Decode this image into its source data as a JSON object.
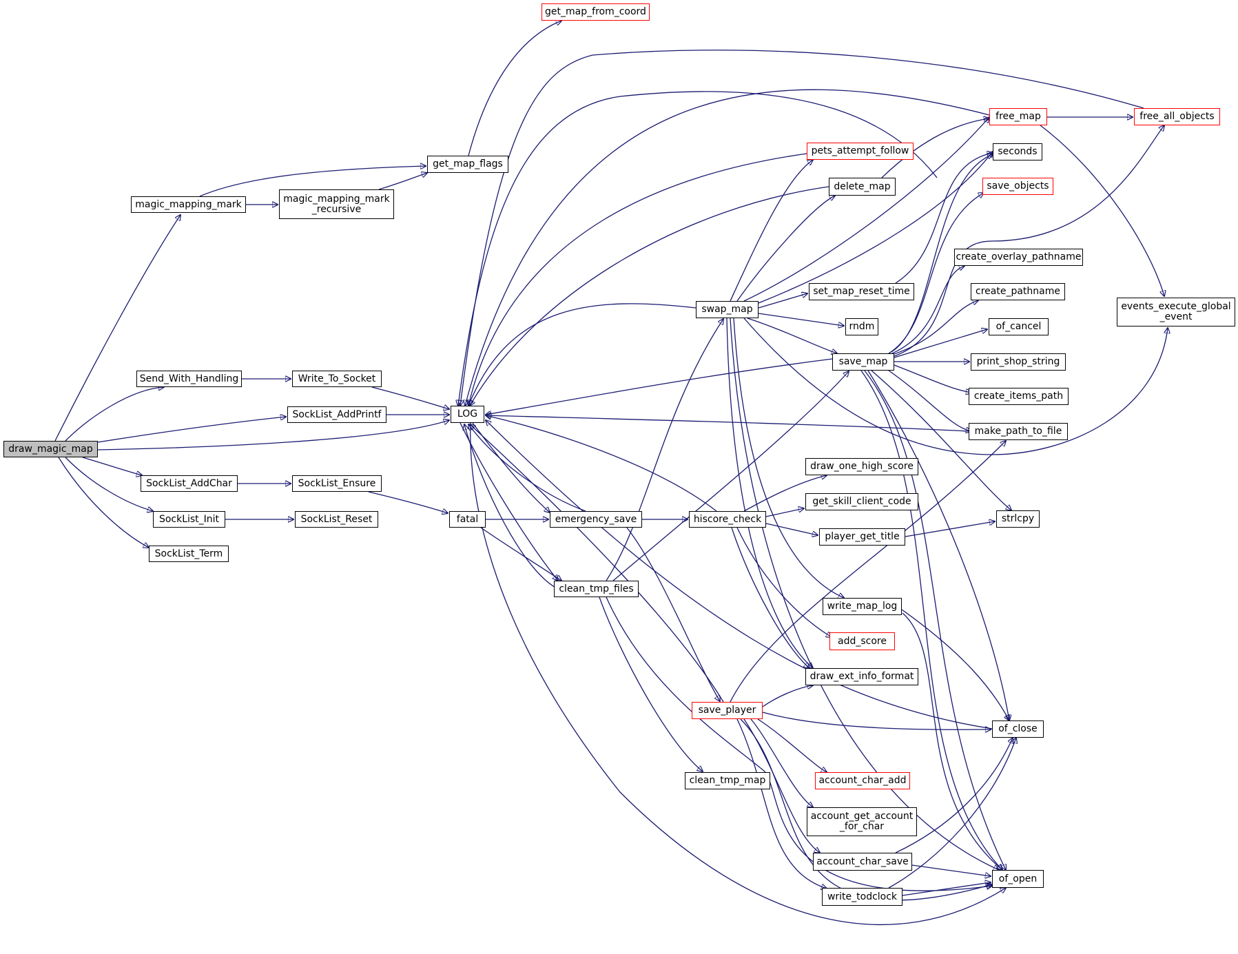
{
  "colors": {
    "edge": "#191970",
    "node_border": "#000000",
    "truncated_border": "#ff0000",
    "root_fill": "#bfbfbf"
  },
  "nodes": {
    "draw_magic_map": "draw_magic_map",
    "magic_mapping_mark": "magic_mapping_mark",
    "Send_With_Handling": "Send_With_Handling",
    "SockList_AddPrintf": "SockList_AddPrintf",
    "SockList_AddChar": "SockList_AddChar",
    "SockList_Init": "SockList_Init",
    "SockList_Term": "SockList_Term",
    "magic_mapping_mark_recursive": "magic_mapping_mark\n_recursive",
    "get_map_flags": "get_map_flags",
    "get_map_from_coord": "get_map_from_coord",
    "Write_To_Socket": "Write_To_Socket",
    "LOG": "LOG",
    "SockList_Ensure": "SockList_Ensure",
    "SockList_Reset": "SockList_Reset",
    "fatal": "fatal",
    "emergency_save": "emergency_save",
    "clean_tmp_files": "clean_tmp_files",
    "clean_tmp_map": "clean_tmp_map",
    "swap_map": "swap_map",
    "hiscore_check": "hiscore_check",
    "save_player": "save_player",
    "pets_attempt_follow": "pets_attempt_follow",
    "delete_map": "delete_map",
    "set_map_reset_time": "set_map_reset_time",
    "rndm": "rndm",
    "save_map": "save_map",
    "draw_one_high_score": "draw_one_high_score",
    "get_skill_client_code": "get_skill_client_code",
    "player_get_title": "player_get_title",
    "write_map_log": "write_map_log",
    "add_score": "add_score",
    "draw_ext_info_format": "draw_ext_info_format",
    "account_char_add": "account_char_add",
    "account_get_account_for_char": "account_get_account\n_for_char",
    "account_char_save": "account_char_save",
    "write_todclock": "write_todclock",
    "free_map": "free_map",
    "seconds": "seconds",
    "save_objects": "save_objects",
    "create_overlay_pathname": "create_overlay_pathname",
    "create_pathname": "create_pathname",
    "of_cancel": "of_cancel",
    "print_shop_string": "print_shop_string",
    "create_items_path": "create_items_path",
    "make_path_to_file": "make_path_to_file",
    "strlcpy": "strlcpy",
    "of_close": "of_close",
    "of_open": "of_open",
    "free_all_objects": "free_all_objects",
    "events_execute_global_event": "events_execute_global\n_event"
  }
}
